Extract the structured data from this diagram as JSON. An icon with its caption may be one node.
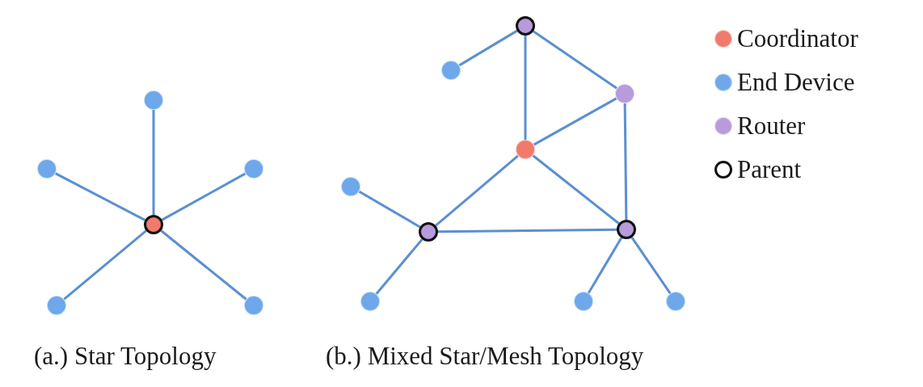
{
  "diagram": {
    "nodes": [
      {
        "text": [],
        "shape": "circle"
      },
      {
        "text": [],
        "shape": "circle"
      },
      {
        "text": [],
        "shape": "circle"
      },
      {
        "text": [],
        "shape": "circle"
      },
      {
        "text": [],
        "shape": "circle"
      },
      {
        "text": [],
        "shape": "circle"
      },
      {
        "text": [],
        "shape": "circle"
      },
      {
        "text": [],
        "shape": "circle"
      },
      {
        "text": [],
        "shape": "circle"
      },
      {
        "text": [],
        "shape": "circle"
      },
      {
        "text": [],
        "shape": "circle"
      },
      {
        "text": [],
        "shape": "circle"
      },
      {
        "text": [],
        "shape": "circle"
      },
      {
        "text": [],
        "shape": "circle"
      },
      {
        "text": [],
        "shape": "circle"
      },
      {
        "text": [],
        "shape": "circle"
      }
    ],
    "edges": [
      {
        "from": 3,
        "to": 0,
        "arrow": "none"
      },
      {
        "from": 3,
        "to": 1,
        "arrow": "none"
      },
      {
        "from": 3,
        "to": 2,
        "arrow": "none"
      },
      {
        "from": 3,
        "to": 4,
        "arrow": "none"
      },
      {
        "from": 3,
        "to": 5,
        "arrow": "none"
      },
      {
        "from": 6,
        "to": 7,
        "arrow": "none"
      },
      {
        "from": 6,
        "to": 9,
        "arrow": "none"
      },
      {
        "from": 6,
        "to": 8,
        "arrow": "none"
      },
      {
        "from": 8,
        "to": 9,
        "arrow": "none"
      },
      {
        "from": 8,
        "to": 12,
        "arrow": "none"
      },
      {
        "from": 9,
        "to": 11,
        "arrow": "none"
      },
      {
        "from": 9,
        "to": 12,
        "arrow": "none"
      },
      {
        "from": 11,
        "to": 12,
        "arrow": "none"
      },
      {
        "from": 10,
        "to": 11,
        "arrow": "none"
      },
      {
        "from": 11,
        "to": 13,
        "arrow": "none"
      },
      {
        "from": 12,
        "to": 14,
        "arrow": "none"
      },
      {
        "from": 12,
        "to": 15,
        "arrow": "none"
      }
    ],
    "labels": [
      "(a.) Star Topology",
      "(b.) Mixed Star/Mesh Topology"
    ],
    "legend": [
      {
        "text": "Coordinator",
        "color": "#f07b6c"
      },
      {
        "text": "End Device",
        "color": "#6ea8ea"
      },
      {
        "text": "Router",
        "color": "#b79bdb"
      },
      {
        "text": "Parent"
      }
    ]
  }
}
